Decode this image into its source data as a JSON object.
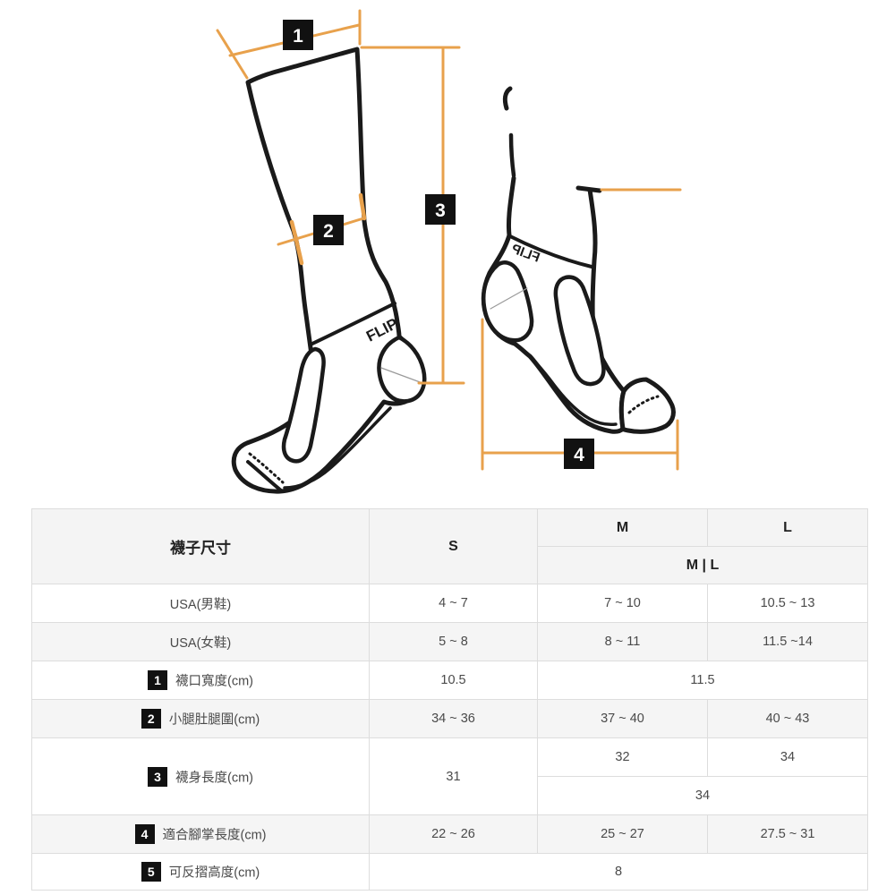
{
  "colors": {
    "accent": "#E8A14C",
    "outline": "#1A1A1A",
    "badge_bg": "#111111",
    "badge_text": "#FFFFFF",
    "table_border": "#DDDDDD",
    "header_bg": "#F4F4F4",
    "row_alt_bg": "#F5F5F5",
    "value_text": "#4A4A4A"
  },
  "diagram": {
    "brand_left": "FLIP",
    "brand_right": "FLIP",
    "badges": {
      "b1": "1",
      "b2": "2",
      "b3": "3",
      "b4": "4"
    }
  },
  "table": {
    "header": {
      "title": "襪子尺寸",
      "s": "S",
      "m": "M",
      "l": "L",
      "ml": "M | L"
    },
    "rows": [
      {
        "badge": "",
        "label": "USA(男鞋)",
        "s": "4 ~ 7",
        "m": "7 ~ 10",
        "l": "10.5 ~ 13"
      },
      {
        "badge": "",
        "label": "USA(女鞋)",
        "s": "5 ~ 8",
        "m": "8 ~ 11",
        "l": "11.5 ~14"
      },
      {
        "badge": "1",
        "label": "襪口寬度(cm)",
        "s": "10.5",
        "ml": "11.5"
      },
      {
        "badge": "2",
        "label": "小腿肚腿圍(cm)",
        "s": "34 ~ 36",
        "m": "37 ~ 40",
        "l": "40 ~ 43"
      },
      {
        "badge": "3",
        "label": "襪身長度(cm)",
        "s": "31",
        "m_top": "32",
        "l_top": "34",
        "ml_bottom": "34"
      },
      {
        "badge": "4",
        "label": "適合腳掌長度(cm)",
        "s": "22 ~ 26",
        "m": "25 ~ 27",
        "l": "27.5 ~ 31"
      },
      {
        "badge": "5",
        "label": "可反摺高度(cm)",
        "sml": "8"
      }
    ]
  }
}
